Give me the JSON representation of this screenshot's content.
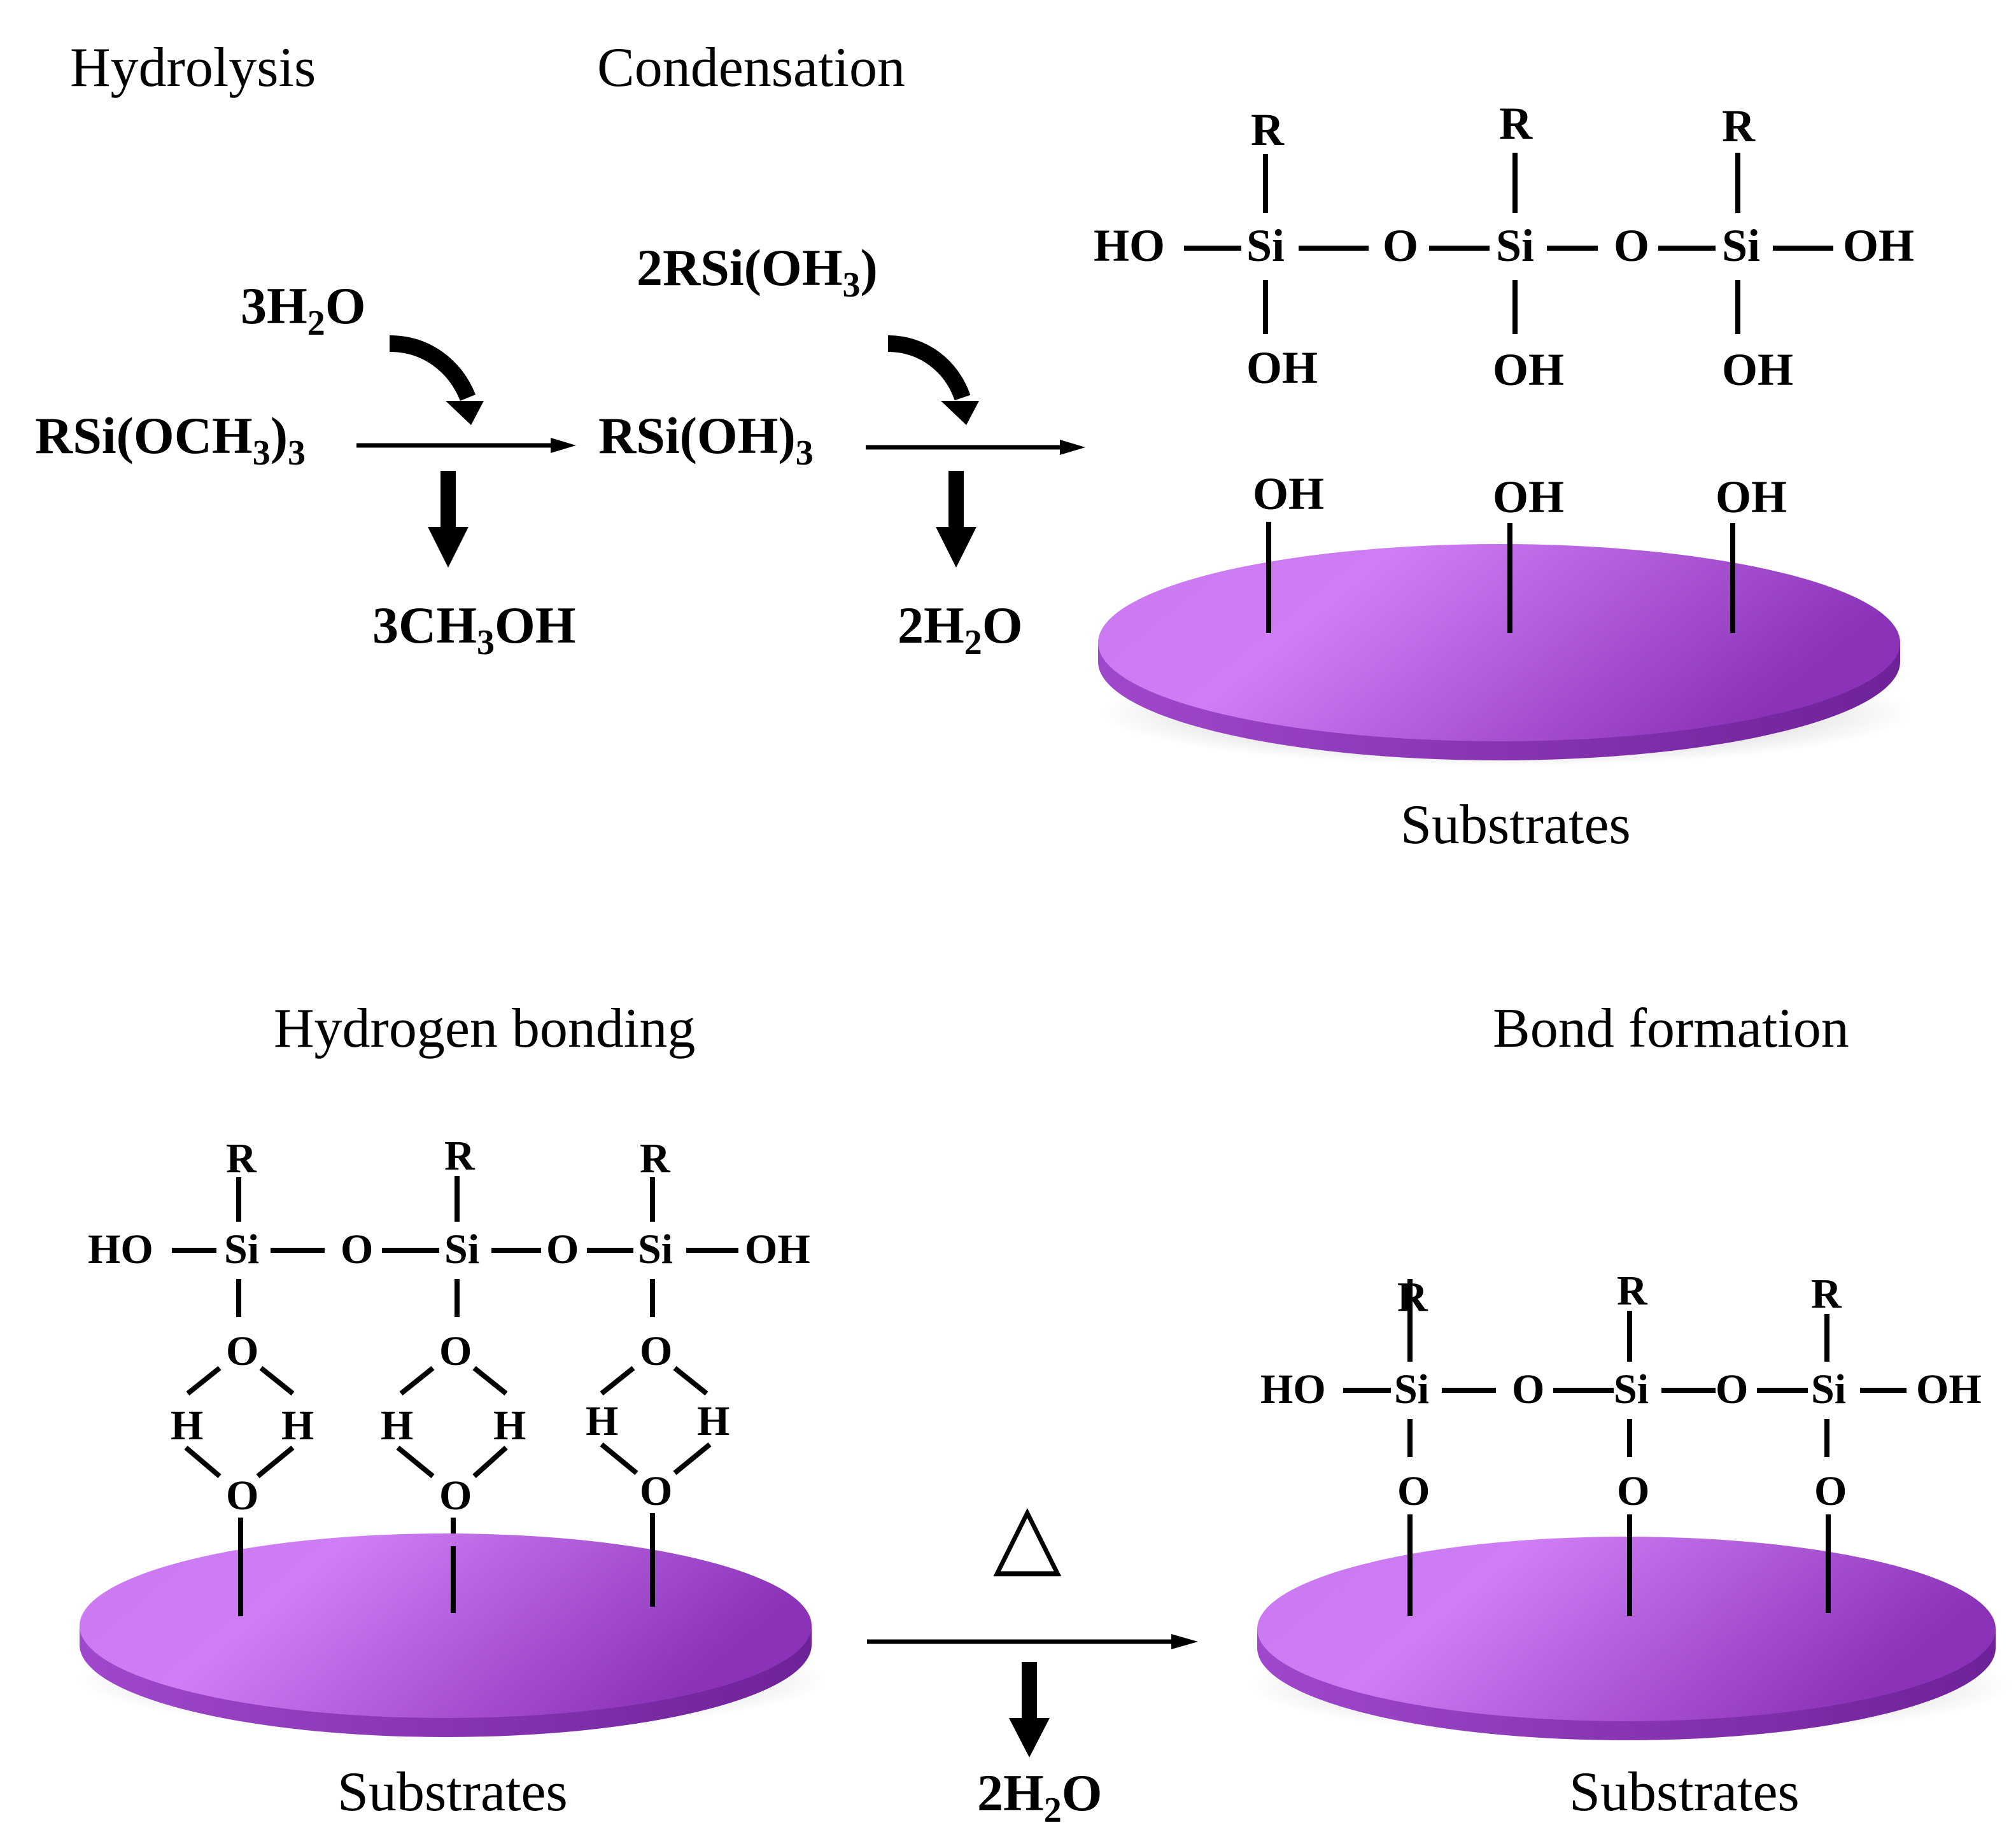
{
  "colors": {
    "substrate_light": "#cf7df5",
    "substrate_dark": "#8a32b8",
    "substrate_edge": "#7a2aa6",
    "ink": "#000000"
  },
  "labels": {
    "hydrolysis": "Hydrolysis",
    "condensation": "Condensation",
    "hydrogen_bonding": "Hydrogen bonding",
    "bond_formation": "Bond formation",
    "substrates": "Substrates"
  },
  "species": {
    "silane_ester": [
      "RSi(OCH",
      "3",
      ")",
      "3"
    ],
    "water3": [
      "3H",
      "2",
      "O"
    ],
    "methanol3": [
      "3CH",
      "3",
      "OH"
    ],
    "silanol": [
      "RSi(OH)",
      "3"
    ],
    "silanol2": [
      "2RSi(OH",
      "3",
      ")"
    ],
    "water2": [
      "2H",
      "2",
      "O"
    ]
  },
  "atoms": {
    "R": "R",
    "Si": "Si",
    "O": "O",
    "H": "H",
    "OH": "OH",
    "HO": "HO"
  },
  "heat_symbol": "△"
}
